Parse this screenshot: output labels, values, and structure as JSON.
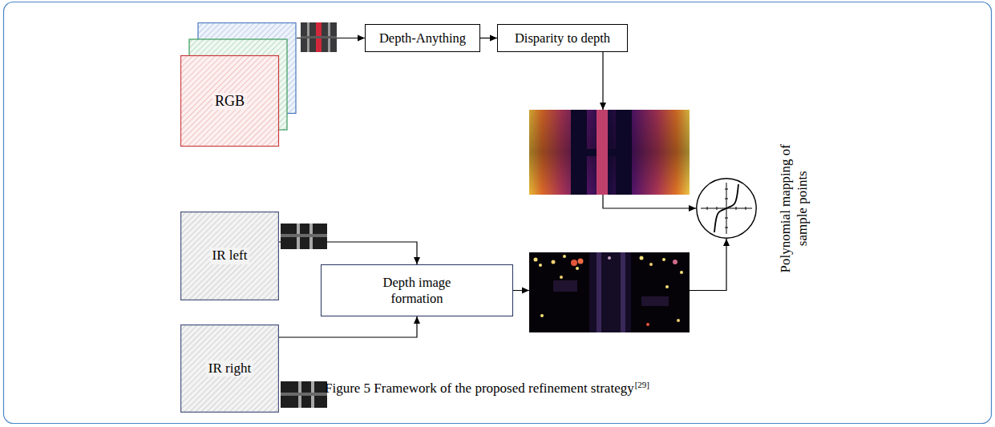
{
  "diagram": {
    "caption": "Figure 5 Framework of the proposed refinement strategy",
    "nodes": [
      {
        "text": [
          "RGB"
        ]
      },
      {
        "text": [
          "Depth-Anything"
        ]
      },
      {
        "text": [
          "Disparity to depth"
        ]
      },
      {
        "text": [
          "IR left"
        ]
      },
      {
        "text": [
          "IR right"
        ]
      },
      {
        "text": [
          "Depth image formation"
        ]
      },
      {
        "text": [
          "Polynomial mapping of sample points"
        ]
      }
    ],
    "edges": [
      {
        "from": 0,
        "to": 1,
        "arrow": "to"
      },
      {
        "from": 1,
        "to": 2,
        "arrow": "to"
      },
      {
        "from": 2,
        "to": 6,
        "arrow": "to"
      },
      {
        "from": 3,
        "to": 5,
        "arrow": "to"
      },
      {
        "from": 4,
        "to": 5,
        "arrow": "to"
      },
      {
        "from": 5,
        "to": 6,
        "arrow": "to"
      }
    ],
    "labels": [
      "[29]"
    ]
  }
}
